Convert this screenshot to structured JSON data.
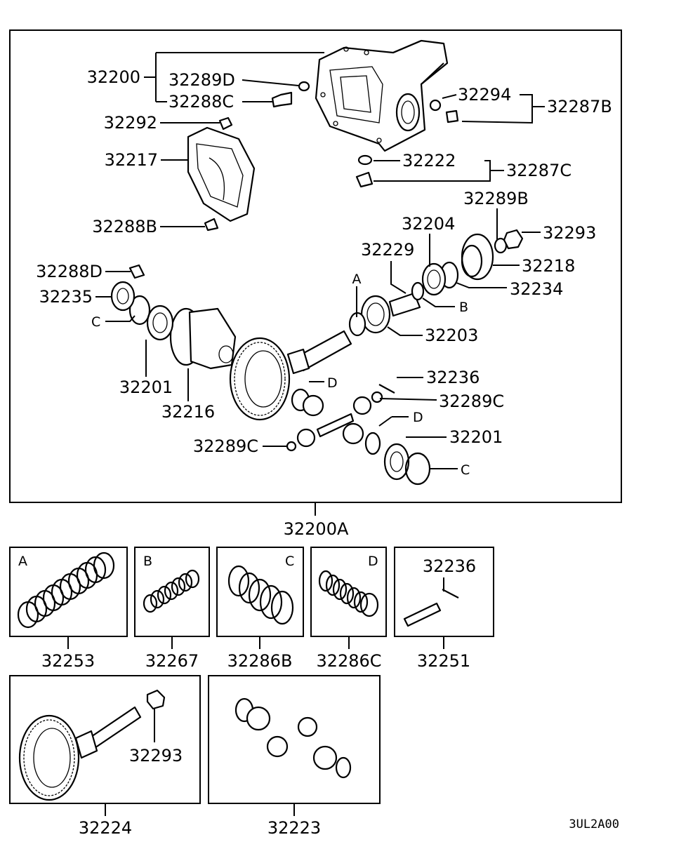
{
  "diagram": {
    "main_assembly_label": "32200A",
    "figure_code": "3UL2A00",
    "callouts": {
      "c32200": "32200",
      "c32289D": "32289D",
      "c32288C": "32288C",
      "c32292": "32292",
      "c32217": "32217",
      "c32288B": "32288B",
      "c32294": "32294",
      "c32287B": "32287B",
      "c32222": "32222",
      "c32287C": "32287C",
      "c32289B": "32289B",
      "c32293": "32293",
      "c32204": "32204",
      "c32218": "32218",
      "c32229": "32229",
      "c32234": "32234",
      "c32288D": "32288D",
      "c32235": "32235",
      "c32203": "32203",
      "c32201a": "32201",
      "c32216": "32216",
      "c32236": "32236",
      "c32289Ca": "32289C",
      "c32289Cb": "32289C",
      "c32201b": "32201",
      "refA": "A",
      "refB": "B",
      "refCa": "C",
      "refCb": "C",
      "refDa": "D",
      "refDb": "D"
    },
    "kits": [
      {
        "letter": "A",
        "part": "32253"
      },
      {
        "letter": "B",
        "part": "32267"
      },
      {
        "letter": "C",
        "part": "32286B"
      },
      {
        "letter": "D",
        "part": "32286C"
      },
      {
        "letter": "",
        "part": "32251",
        "inner": "32236"
      }
    ],
    "sets": [
      {
        "part": "32224",
        "inner": "32293"
      },
      {
        "part": "32223"
      }
    ]
  }
}
